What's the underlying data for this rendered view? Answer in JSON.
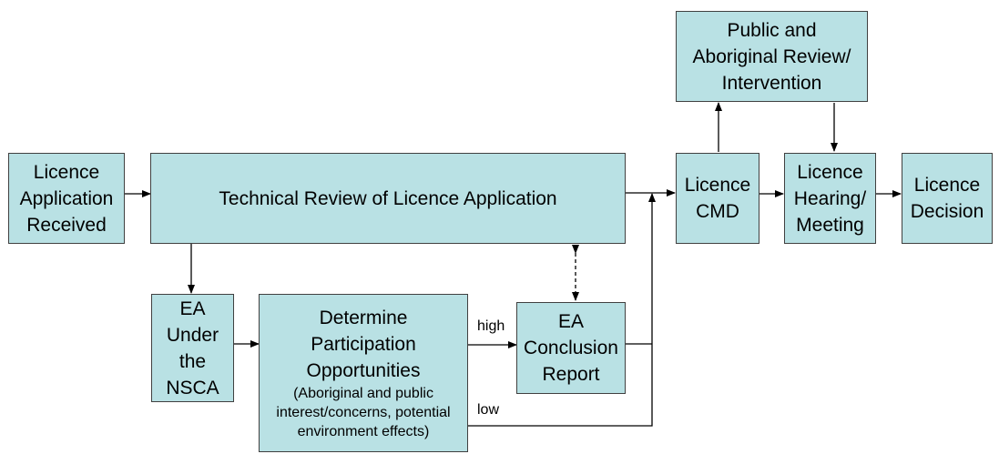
{
  "nodes": {
    "licence_application_received": [
      "Licence",
      "Application",
      "Received"
    ],
    "technical_review": [
      "Technical Review of Licence Application"
    ],
    "ea_under_nsca": [
      "EA",
      "Under",
      "the",
      "NSCA"
    ],
    "determine_participation": {
      "lines": [
        "Determine",
        "Participation",
        "Opportunities"
      ],
      "note": [
        "(Aboriginal and public",
        "interest/concerns, potential",
        "environment effects)"
      ]
    },
    "ea_conclusion_report": [
      "EA",
      "Conclusion",
      "Report"
    ],
    "public_aboriginal_review": [
      "Public and",
      "Aboriginal Review/",
      "Intervention"
    ],
    "licence_cmd": [
      "Licence",
      "CMD"
    ],
    "licence_hearing": [
      "Licence",
      "Hearing/",
      "Meeting"
    ],
    "licence_decision": [
      "Licence",
      "Decision"
    ]
  },
  "edge_labels": {
    "high": "high",
    "low": "low"
  },
  "colors": {
    "box_fill": "#b9e1e4",
    "box_border": "#404040",
    "line": "#000000"
  }
}
